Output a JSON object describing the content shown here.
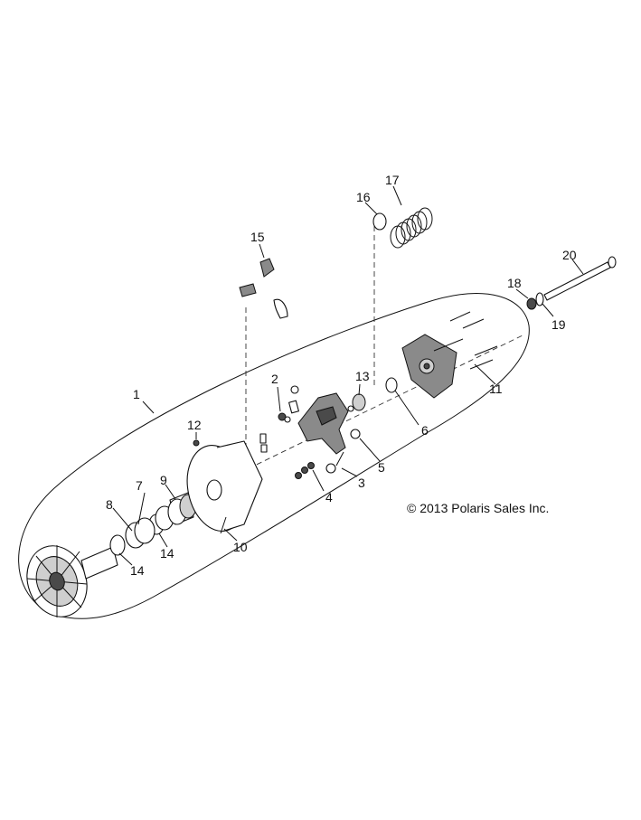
{
  "copyright": "© 2013 Polaris Sales Inc.",
  "callouts": {
    "c1": "1",
    "c2": "2",
    "c3": "3",
    "c4": "4",
    "c5": "5",
    "c6": "6",
    "c7": "7",
    "c8": "8",
    "c9": "9",
    "c10": "10",
    "c11": "11",
    "c12": "12",
    "c13": "13",
    "c14a": "14",
    "c14b": "14",
    "c15": "15",
    "c16": "16",
    "c17": "17",
    "c18": "18",
    "c19": "19",
    "c20": "20"
  },
  "colors": {
    "line": "#111111",
    "fill": "#ffffff",
    "shade": "#4a4a4a"
  }
}
